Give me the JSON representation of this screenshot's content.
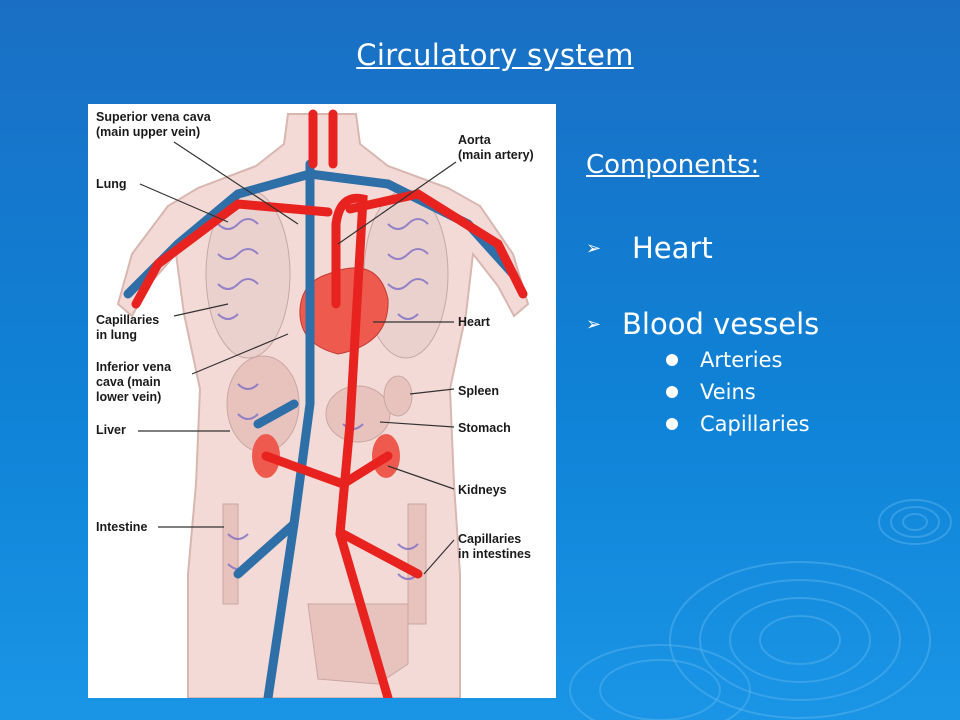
{
  "slide": {
    "title": "Circulatory system"
  },
  "diagram": {
    "labels_left": [
      "Superior vena cava\n(main upper vein)",
      "Lung",
      "Capillaries\nin lung",
      "Inferior vena\ncava (main\nlower vein)",
      "Liver",
      "Intestine"
    ],
    "labels_right": [
      "Aorta\n(main artery)",
      "Heart",
      "Spleen",
      "Stomach",
      "Kidneys",
      "Capillaries\nin intestines"
    ],
    "colors": {
      "artery": "#e8231f",
      "vein": "#2f6fa8",
      "capillary": "#7d6fc4",
      "organ": "#e8c3be"
    }
  },
  "components": {
    "heading": "Components:",
    "bullet_icon": "arrow-bullet-icon",
    "items": [
      {
        "label": "Heart"
      },
      {
        "label": "Blood vessels",
        "sub_items": [
          "Arteries",
          "Veins",
          "Capillaries"
        ]
      }
    ]
  }
}
